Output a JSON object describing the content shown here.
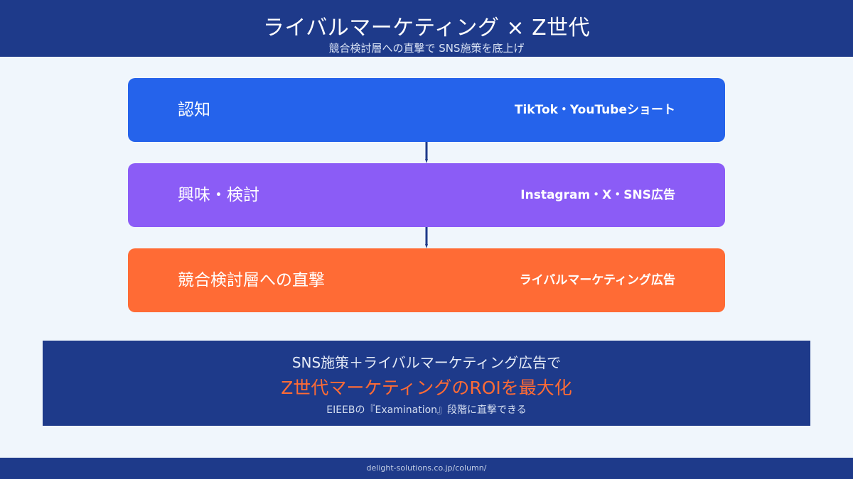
{
  "header": {
    "title": "ライバルマーケティング × Z世代",
    "subtitle": "競合検討層への直撃で SNS施策を底上げ"
  },
  "stages": [
    {
      "label": "認知",
      "channel": "TikTok・YouTubeショート",
      "color": "#2563eb"
    },
    {
      "label": "興味・検討",
      "channel": "Instagram・X・SNS広告",
      "color": "#8b5cf6"
    },
    {
      "label": "競合検討層への直撃",
      "channel": "ライバルマーケティング広告",
      "color": "#ff6b35"
    }
  ],
  "summary": {
    "line1": "SNS施策＋ライバルマーケティング広告で",
    "line2": "Z世代マーケティングのROIを最大化",
    "line3": "EIEEBの『Examination』段階に直撃できる"
  },
  "footer": {
    "url": "delight-solutions.co.jp/column/"
  },
  "colors": {
    "navy": "#1e3a8a",
    "background": "#f0f6fc",
    "accent": "#ff6b35"
  }
}
